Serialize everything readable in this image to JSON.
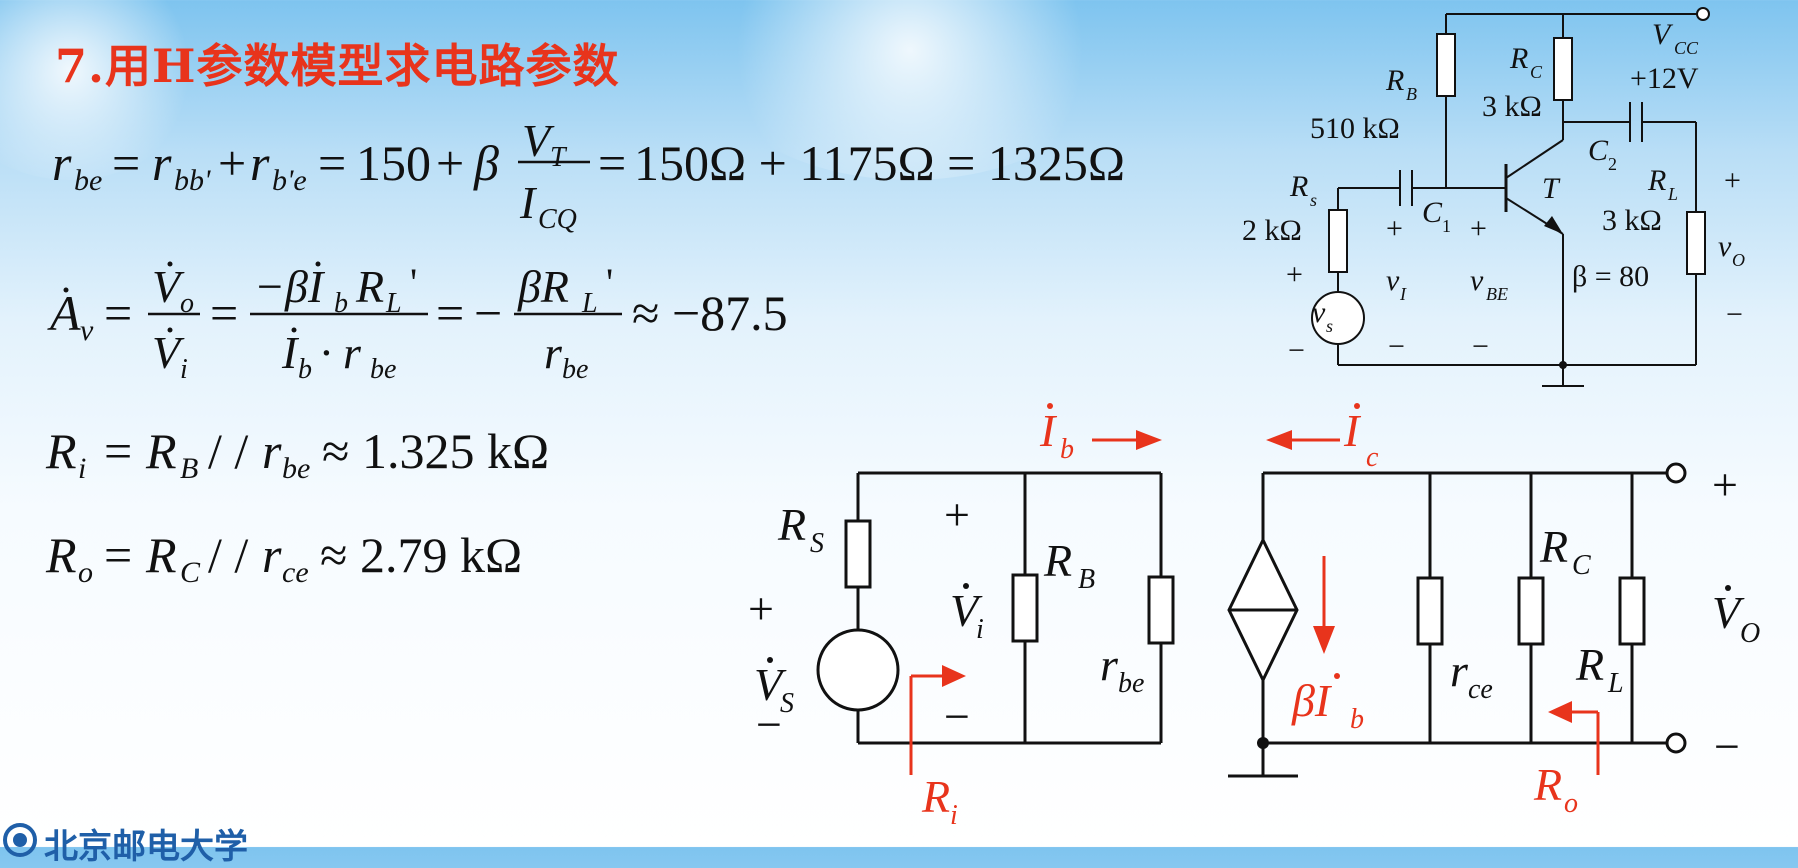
{
  "slide": {
    "title": "7.用H参数模型求电路参数",
    "footer_text": "北京邮电大学"
  },
  "equations": {
    "rbe": {
      "lhs": "r",
      "lhs_sub": "be",
      "t1": "r",
      "t1_sub": "bb'",
      "t2": "r",
      "t2_sub": "b'e",
      "v150": "150",
      "beta": "β",
      "frac_num": "V",
      "frac_num_sub": "T",
      "frac_den": "I",
      "frac_den_sub": "CQ",
      "rhs": "150Ω + 1175Ω = 1325Ω"
    },
    "av": {
      "lhs": "A",
      "lhs_sub": "v",
      "f1_num": "V",
      "f1_num_sub": "o",
      "f1_den": "V",
      "f1_den_sub": "i",
      "f2_num_a": "−βI",
      "f2_num_a_sub": "b",
      "f2_num_b": "R",
      "f2_num_b_sub": "L",
      "f2_num_prime": "'",
      "f2_den_a": "I",
      "f2_den_a_sub": "b",
      "f2_den_b": "· r",
      "f2_den_b_sub": "be",
      "f3_num": "βR",
      "f3_num_sub": "L",
      "f3_num_prime": "'",
      "f3_den": "r",
      "f3_den_sub": "be",
      "result": "≈ −87.5"
    },
    "ri": {
      "lhs": "R",
      "lhs_sub": "i",
      "a": "R",
      "a_sub": "B",
      "b": "r",
      "b_sub": "be",
      "result": "≈ 1.325 kΩ"
    },
    "ro": {
      "lhs": "R",
      "lhs_sub": "o",
      "a": "R",
      "a_sub": "C",
      "b": "r",
      "b_sub": "ce",
      "result": "≈ 2.79 kΩ"
    }
  },
  "amp_circuit": {
    "vcc_label": "V",
    "vcc_sub": "CC",
    "vcc_value": "+12V",
    "rb_label": "R",
    "rb_sub": "B",
    "rb_value": "510 kΩ",
    "rc_label": "R",
    "rc_sub": "C",
    "rc_value": "3 kΩ",
    "rs_label": "R",
    "rs_sub": "s",
    "rs_value": "2 kΩ",
    "rl_label": "R",
    "rl_sub": "L",
    "rl_value": "3 kΩ",
    "c1_label": "C",
    "c1_sub": "1",
    "c2_label": "C",
    "c2_sub": "2",
    "t_label": "T",
    "beta_label": "β = 80",
    "vs_label": "v",
    "vs_sub": "s",
    "vi_label": "v",
    "vi_sub": "I",
    "vbe_label": "v",
    "vbe_sub": "BE",
    "vo_label": "v",
    "vo_sub": "O",
    "plus": "+",
    "minus": "−"
  },
  "h_model": {
    "ib_label": "I",
    "ib_sub": "b",
    "ic_label": "I",
    "ic_sub": "c",
    "rs_label": "R",
    "rs_sub": "S",
    "rb_label": "R",
    "rb_sub": "B",
    "rbe_label": "r",
    "rbe_sub": "be",
    "source_label": "βI",
    "source_sub": "b",
    "rce_label": "r",
    "rce_sub": "ce",
    "rc_label": "R",
    "rc_sub": "C",
    "rl_label": "R",
    "rl_sub": "L",
    "vi_label": "V",
    "vi_sub": "i",
    "vs_label": "V",
    "vs_sub": "S",
    "vo_label": "V",
    "vo_sub": "O",
    "ri_label": "R",
    "ri_sub": "i",
    "ro_label": "R",
    "ro_sub": "o",
    "plus": "+",
    "minus": "−"
  },
  "colors": {
    "title": "#e8341c",
    "annotation": "#e8341c",
    "wire": "#111111"
  }
}
